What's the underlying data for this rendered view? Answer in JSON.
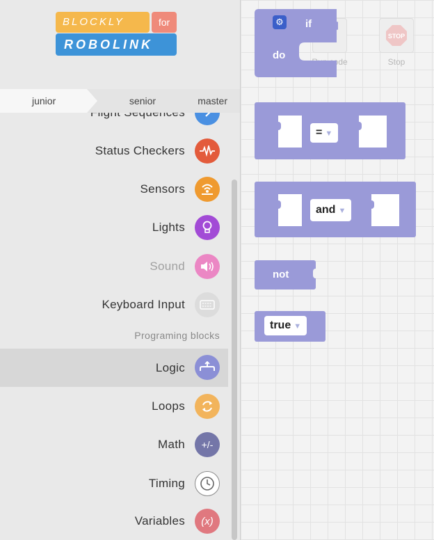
{
  "logo": {
    "line1": "BLOCKLY",
    "for": "for",
    "line2": "ROBOLINK"
  },
  "tabs": [
    {
      "label": "junior"
    },
    {
      "label": "senior"
    },
    {
      "label": "master"
    }
  ],
  "categories": {
    "partial": {
      "label": "Flight Sequences",
      "color": "#4a90e2",
      "icon": "chevron-right-icon"
    },
    "items": [
      {
        "label": "Status Checkers",
        "color": "#e35b3b",
        "icon": "pulse-icon"
      },
      {
        "label": "Sensors",
        "color": "#ef9a2f",
        "icon": "signal-icon"
      },
      {
        "label": "Lights",
        "color": "#a24bd6",
        "icon": "lightbulb-icon"
      },
      {
        "label": "Sound",
        "color": "#eb87c4",
        "icon": "speaker-icon"
      },
      {
        "label": "Keyboard Input",
        "color": "#bdbdbd",
        "icon": "keyboard-icon"
      }
    ],
    "section_label": "Programing blocks",
    "programming": [
      {
        "label": "Logic",
        "color": "#8b8fd6",
        "icon": "branch-icon",
        "selected": true
      },
      {
        "label": "Loops",
        "color": "#f2b45c",
        "icon": "loop-icon"
      },
      {
        "label": "Math",
        "color": "#7476a8",
        "icon": "plus-minus-icon"
      },
      {
        "label": "Timing",
        "color": "#ffffff",
        "icon": "clock-icon"
      },
      {
        "label": "Variables",
        "color": "#e0787f",
        "icon": "variable-icon"
      }
    ]
  },
  "controls": {
    "run": "Run code",
    "stop": "Stop",
    "stop_sign": "STOP"
  },
  "blocks": {
    "color": "#9a9ad8",
    "if": {
      "if": "if",
      "do": "do"
    },
    "compare": {
      "op": "="
    },
    "and": {
      "op": "and"
    },
    "not": {
      "label": "not"
    },
    "bool": {
      "value": "true"
    }
  }
}
